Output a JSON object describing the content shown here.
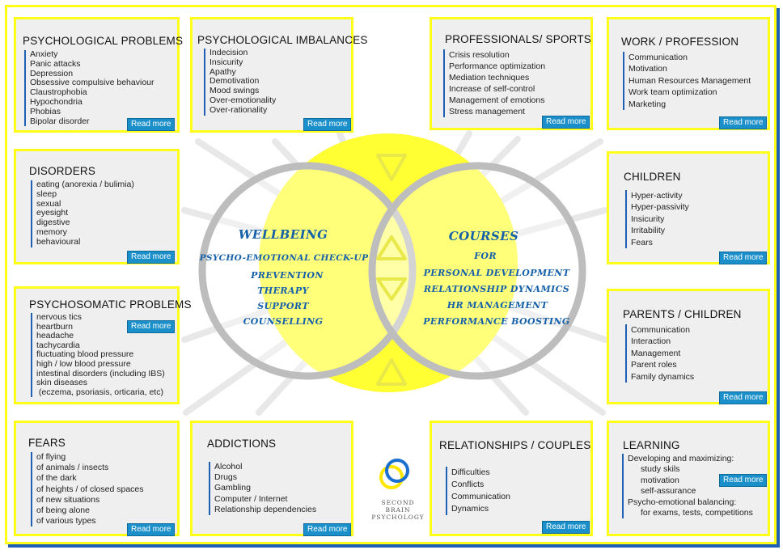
{
  "read_more_label": "Read more",
  "colors": {
    "frame_yellow": "#ffff1a",
    "accent_blue": "#1f5fb4",
    "button_blue": "#1a8fc9",
    "title_blue": "#1560a8"
  },
  "boxes": {
    "psychological_problems": {
      "title": "PSYCHOLOGICAL PROBLEMS",
      "items": [
        "Anxiety",
        "Panic attacks",
        "Depression",
        "Obsessive compulsive behaviour",
        "Claustrophobia",
        "Hypochondria",
        "Phobias",
        "Bipolar disorder"
      ]
    },
    "psychological_imbalances": {
      "title": "PSYCHOLOGICAL IMBALANCES",
      "items": [
        "Indecision",
        "Insicurity",
        "Apathy",
        "Demotivation",
        "Mood swings",
        "Over-emotionality",
        "Over-rationality"
      ]
    },
    "professionals_sports": {
      "title": "PROFESSIONALS/ SPORTS",
      "items": [
        "Crisis resolution",
        "Performance optimization",
        "Mediation techniques",
        "Increase of self-control",
        "Management of emotions",
        "Stress management"
      ]
    },
    "work_profession": {
      "title": "WORK / PROFESSION",
      "items": [
        "Communication",
        "Motivation",
        "Human Resources Management",
        "Work team optimization",
        "Marketing"
      ]
    },
    "disorders": {
      "title": "DISORDERS",
      "items": [
        "eating (anorexia / bulimia)",
        "sleep",
        "sexual",
        "eyesight",
        "digestive",
        "memory",
        "behavioural"
      ]
    },
    "children": {
      "title": "CHILDREN",
      "items": [
        "Hyper-activity",
        "Hyper-passivity",
        "Insicurity",
        "Irritability",
        "Fears"
      ]
    },
    "psychosomatic_problems": {
      "title": "PSYCHOSOMATIC PROBLEMS",
      "items": [
        "nervous tics",
        "heartburn",
        "headache",
        "tachycardia",
        "fluctuating blood pressure",
        "high / low blood pressure",
        "intestinal disorders (including IBS)",
        "skin diseases",
        " (eczema, psoriasis, orticaria, etc)"
      ]
    },
    "parents_children": {
      "title": "PARENTS / CHILDREN",
      "items": [
        "Communication",
        "Interaction",
        "Management",
        "Parent roles",
        "Family dynamics"
      ]
    },
    "fears": {
      "title": "FEARS",
      "items": [
        "of flying",
        "of animals / insects",
        "of the dark",
        "of heights / of closed spaces",
        "of new situations",
        "of being alone",
        "of various types"
      ]
    },
    "addictions": {
      "title": "ADDICTIONS",
      "items": [
        "Alcohol",
        "Drugs",
        "Gambling",
        "Computer / Internet",
        "Relationship dependencies"
      ]
    },
    "relationships_couples": {
      "title": "RELATIONSHIPS / COUPLES",
      "items": [
        "Difficulties",
        "Conflicts",
        "Communication",
        "Dynamics"
      ]
    },
    "learning": {
      "title": "LEARNING",
      "items": [
        "Developing and maximizing:",
        "study skils",
        "motivation",
        "self-assurance",
        "Psycho-emotional balancing:",
        "for exams, tests, competitions"
      ]
    }
  },
  "wellbeing": {
    "title": "WELLBEING",
    "lines": [
      "PSYCHO-EMOTIONAL CHECK-UP",
      "PREVENTION",
      "THERAPY",
      "SUPPORT",
      "COUNSELLING"
    ]
  },
  "courses": {
    "title": "COURSES",
    "lines": [
      "FOR",
      "PERSONAL DEVELOPMENT",
      "RELATIONSHIP DYNAMICS",
      "HR MANAGEMENT",
      "PERFORMANCE BOOSTING"
    ]
  },
  "logo": {
    "line1": "SECOND",
    "line2": "BRAIN",
    "line3": "PSYCHOLOGY"
  }
}
